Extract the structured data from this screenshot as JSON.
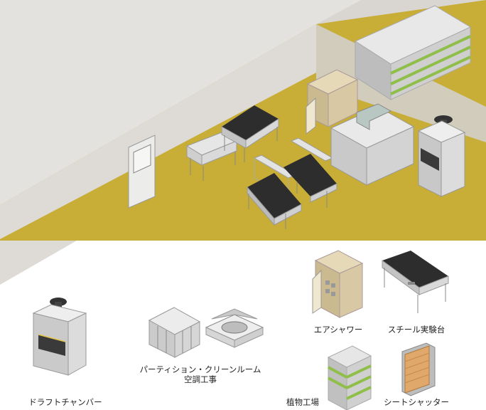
{
  "colors": {
    "wall": "#e4e2df",
    "wall_side": "#d6d3cf",
    "floor": "#c8ae37",
    "frame": "#bdbdbd",
    "bench_top": "#2d2d2d",
    "cabinet": "#d8c9a4",
    "shutter": "#e0a86a",
    "plant_green": "#8fbf4a"
  },
  "items": [
    {
      "id": "draft-chamber",
      "label": "ドラフトチャンバー",
      "icon": "fume-hood"
    },
    {
      "id": "partition",
      "label": "パーティション・クリーンルーム",
      "label2": "空調工事",
      "icon": "partition-room"
    },
    {
      "id": "air-shower",
      "label": "エアシャワー",
      "icon": "air-shower"
    },
    {
      "id": "steel-bench",
      "label": "スチール実験台",
      "icon": "steel-bench"
    },
    {
      "id": "plant-factory",
      "label": "植物工場",
      "icon": "plant-rack"
    },
    {
      "id": "sheet-shutter",
      "label": "シートシャッター",
      "icon": "sheet-shutter"
    }
  ]
}
